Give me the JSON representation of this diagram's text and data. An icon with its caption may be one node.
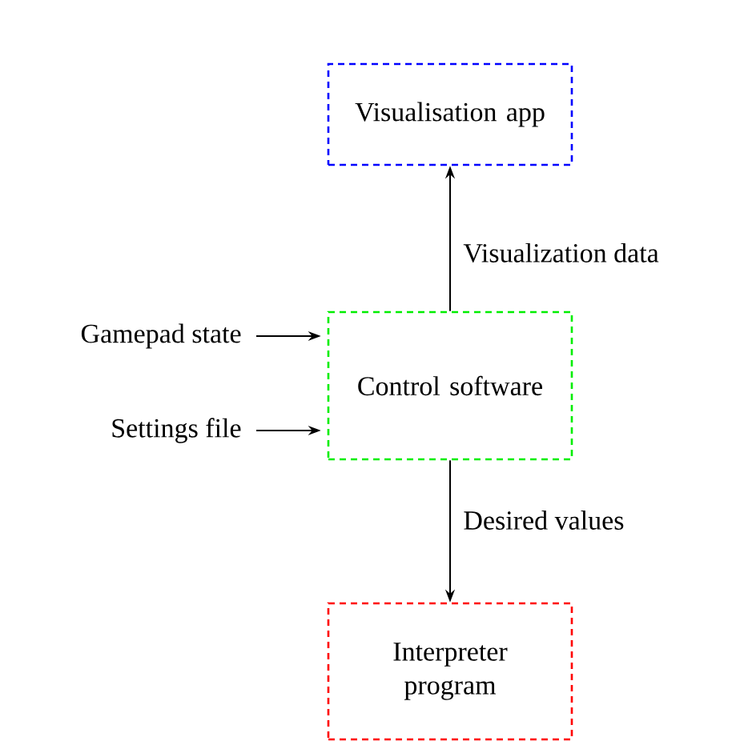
{
  "diagram": {
    "nodes": [
      {
        "text": [
          "Visualisation app"
        ]
      },
      {
        "text": [
          "Control software"
        ]
      },
      {
        "text": [
          "Interpreter program"
        ]
      },
      {
        "text": [
          "Gamepad state"
        ]
      },
      {
        "text": [
          "Settings file"
        ]
      }
    ],
    "edges": [
      {
        "from": 1,
        "to": 0,
        "arrow": "to",
        "label": "Visualization data"
      },
      {
        "from": 1,
        "to": 2,
        "arrow": "to",
        "label": "Desired values"
      },
      {
        "from": 3,
        "to": 1,
        "arrow": "to"
      },
      {
        "from": 4,
        "to": 1,
        "arrow": "to"
      }
    ]
  }
}
